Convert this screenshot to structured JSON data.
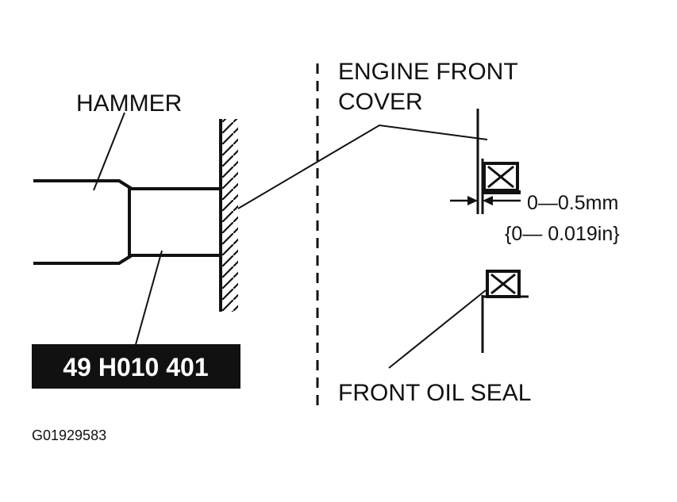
{
  "labels": {
    "hammer": "HAMMER",
    "engine_front_cover_line1": "ENGINE FRONT",
    "engine_front_cover_line2": "COVER",
    "clearance_mm": "0—0.5mm",
    "clearance_in": "{0— 0.019in}",
    "front_oil_seal": "FRONT OIL SEAL",
    "tool_number": "49 H010 401",
    "figure_id": "G01929583"
  },
  "colors": {
    "ink": "#111111",
    "background": "#ffffff",
    "tool_label_bg": "#111111",
    "tool_label_text": "#ffffff"
  }
}
